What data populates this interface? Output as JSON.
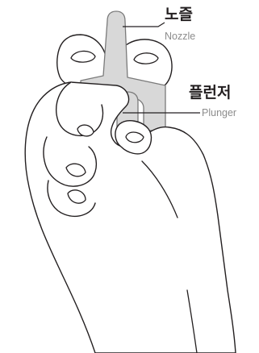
{
  "labels": {
    "nozzle_ko": "노즐",
    "nozzle_en": "Nozzle",
    "plunger_ko": "플런저",
    "plunger_en": "Plunger"
  },
  "colors": {
    "device_fill": "#d8d8d8",
    "device_stroke": "#7a7a7a",
    "line": "#231f20",
    "label_en": "#8c8c8c"
  }
}
